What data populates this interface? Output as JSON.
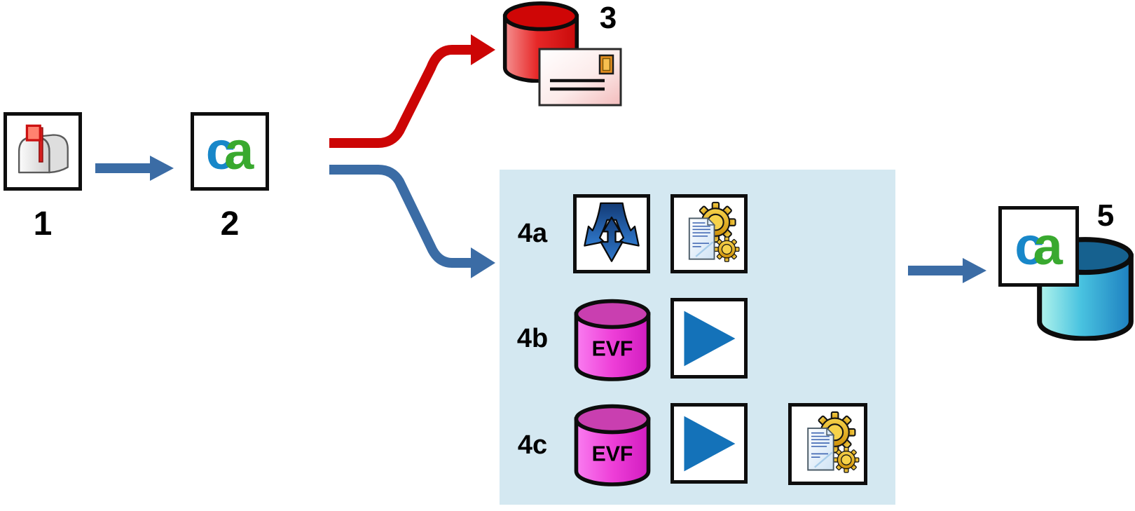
{
  "diagram": {
    "description": "Flow diagram: mailbox to CA component which routes to a red message database and to a processing panel (4a/4b/4c) feeding a CA database",
    "nodes": {
      "step1": {
        "label": "1",
        "icon": "mailbox-icon"
      },
      "step2": {
        "label": "2",
        "icon": "ca-logo"
      },
      "step3": {
        "label": "3",
        "icons": [
          "database-red-icon",
          "envelope-icon"
        ]
      },
      "step5": {
        "label": "5",
        "icons": [
          "ca-logo",
          "database-blue-icon"
        ]
      }
    },
    "ca_logo": {
      "c": "c",
      "a": "a"
    },
    "process_box": {
      "rows": [
        {
          "label": "4a",
          "icons": [
            "split-arrow-icon",
            "document-gears-icon"
          ]
        },
        {
          "label": "4b",
          "icons": [
            "evf-database-icon",
            "play-icon"
          ],
          "database_label": "EVF"
        },
        {
          "label": "4c",
          "icons": [
            "evf-database-icon",
            "play-icon",
            "document-gears-icon"
          ],
          "database_label": "EVF"
        }
      ]
    },
    "arrows": [
      {
        "name": "arrow-1-to-2",
        "color": "#3b6ca5",
        "style": "straight-right"
      },
      {
        "name": "arrow-2-to-3",
        "color": "#cc0505",
        "style": "curved-up-right"
      },
      {
        "name": "arrow-2-to-4",
        "color": "#3b6ca5",
        "style": "curved-down-right"
      },
      {
        "name": "arrow-4-to-5",
        "color": "#3b6ca5",
        "style": "straight-right"
      }
    ],
    "colors": {
      "accent_blue": "#3b6ca5",
      "accent_red": "#cc0505",
      "panel_bg": "#d4e8f1",
      "db_red_top": "#cf0606",
      "db_magenta_top": "#c93fb0",
      "db_cyan_top": "#16618f",
      "play_blue": "#1472b9",
      "gear_gold": "#e8b31d",
      "ca_blue": "#1887c9",
      "ca_green": "#39a92f"
    }
  }
}
